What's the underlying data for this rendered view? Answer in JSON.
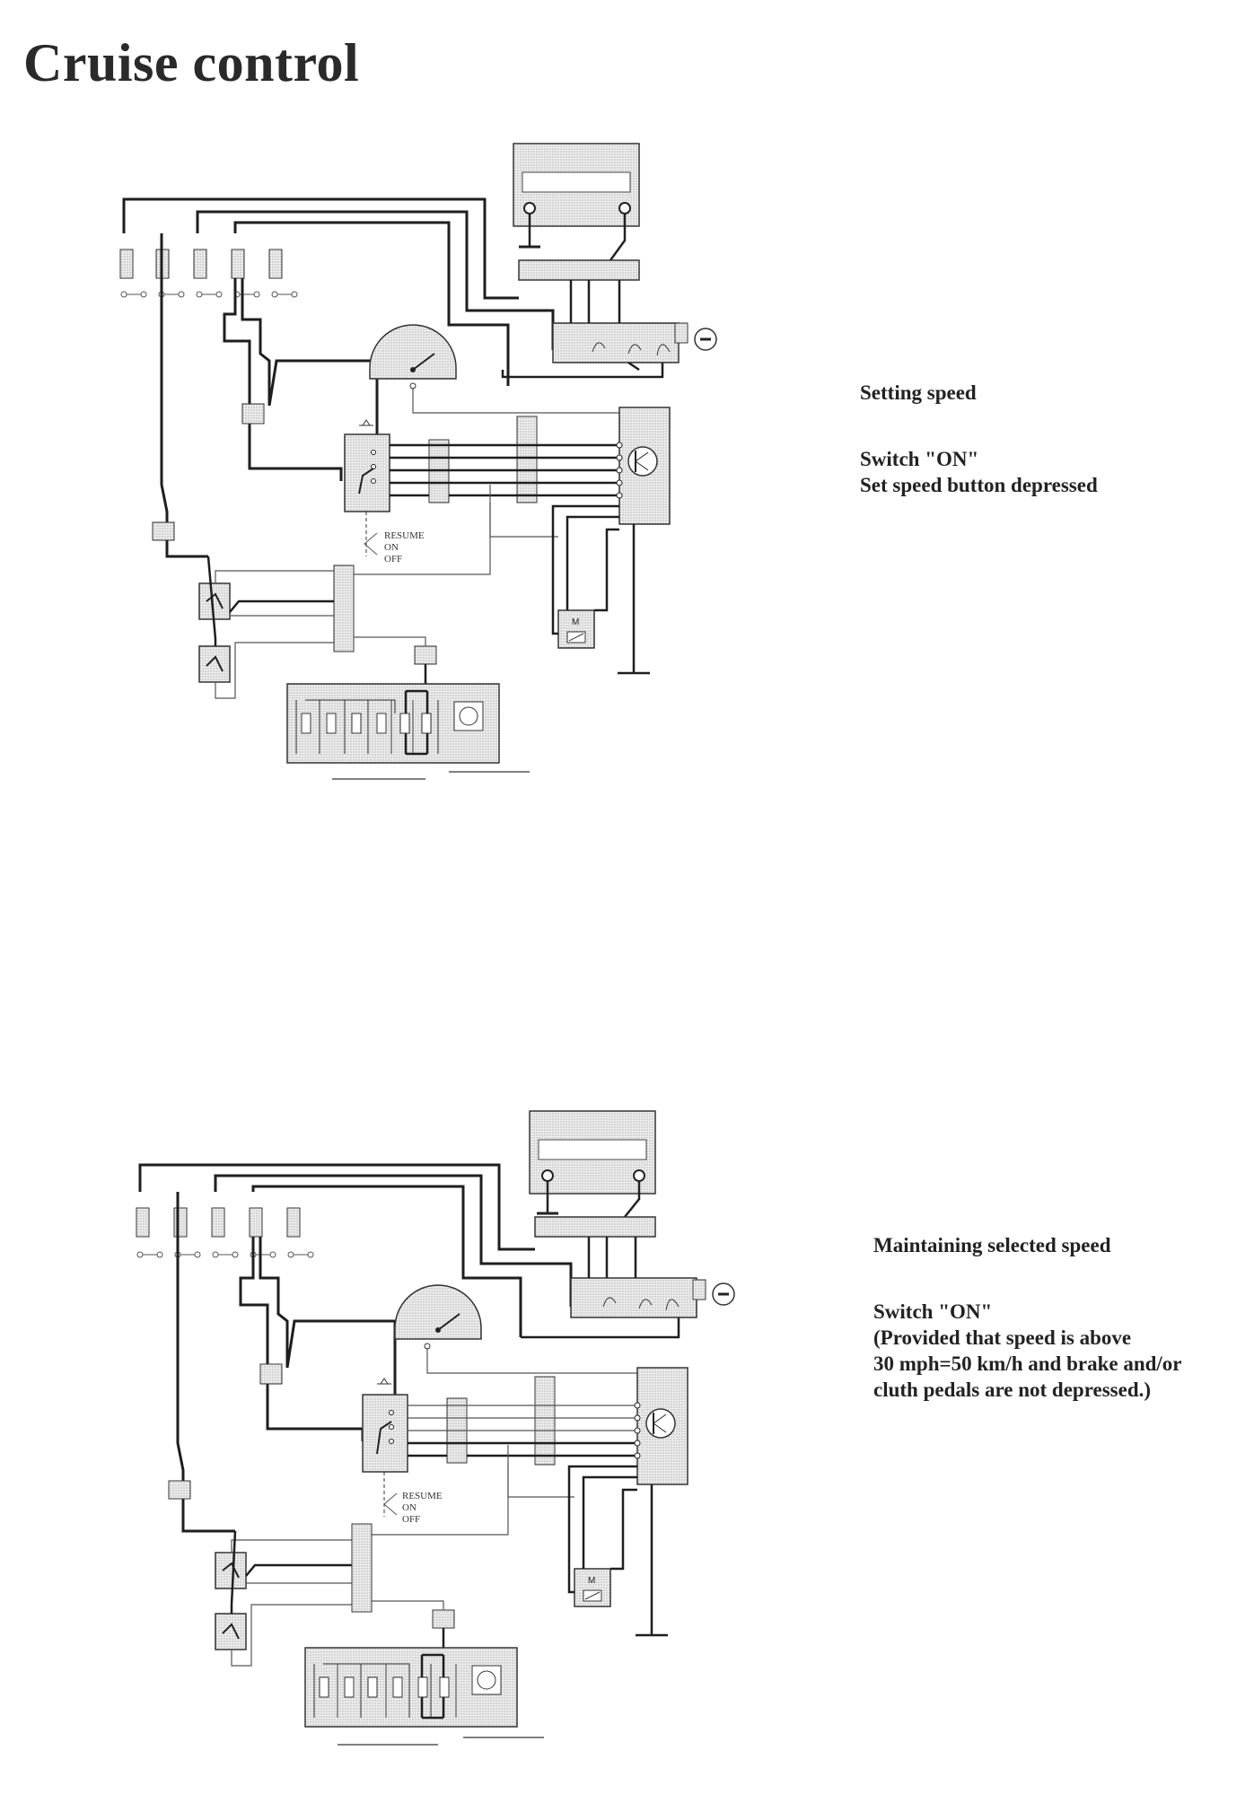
{
  "page": {
    "title": "Cruise control"
  },
  "diagrams": [
    {
      "heading": "Setting speed",
      "lines": [
        "Switch \"ON\"",
        "Set speed button depressed"
      ],
      "switch_positions": [
        "RESUME",
        "ON",
        "OFF"
      ],
      "motor_label": "M"
    },
    {
      "heading": "Maintaining selected speed",
      "lines": [
        "Switch \"ON\"",
        "(Provided that speed is above",
        "30 mph=50 km/h and brake and/or",
        "cluth pedals are not depressed.)"
      ],
      "switch_positions": [
        "RESUME",
        "ON",
        "OFF"
      ],
      "motor_label": "M"
    }
  ],
  "colors": {
    "wire": "#1e1e1e",
    "thin_wire": "#555555",
    "component_fill": "#e2e2e2",
    "paper": "#ffffff"
  }
}
